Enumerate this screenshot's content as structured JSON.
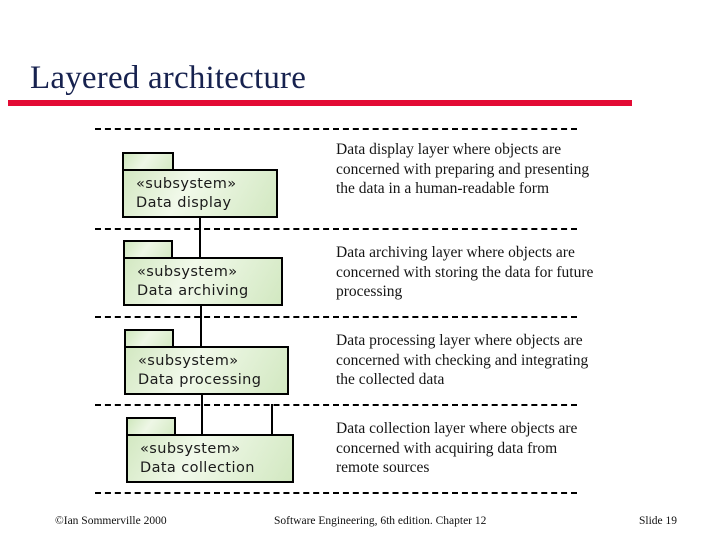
{
  "slide": {
    "title": "Layered architecture",
    "accent_rule_color": "#e30b34",
    "title_color": "#17224f",
    "box_fill_color": "#dff0d0"
  },
  "layers": [
    {
      "stereotype": "«subsystem»",
      "name": "Data display",
      "description": "Data display layer where objects are concerned with preparing and presenting the data in a human-readable form"
    },
    {
      "stereotype": "«subsystem»",
      "name": "Data archiving",
      "description": "Data archiving  layer where objects are concerned with storing the data  for future processing"
    },
    {
      "stereotype": "«subsystem»",
      "name": "Data processing",
      "description": "Data processing layer where objects are concerned with checking and integrating the collected data"
    },
    {
      "stereotype": "«subsystem»",
      "name": "Data collection",
      "description": "Data collection layer where objects are concerned with acquiring data from remote sources"
    }
  ],
  "footer": {
    "copyright": "©Ian Sommerville 2000",
    "center": "Software Engineering, 6th edition. Chapter 12",
    "slide_number": "Slide 19"
  }
}
